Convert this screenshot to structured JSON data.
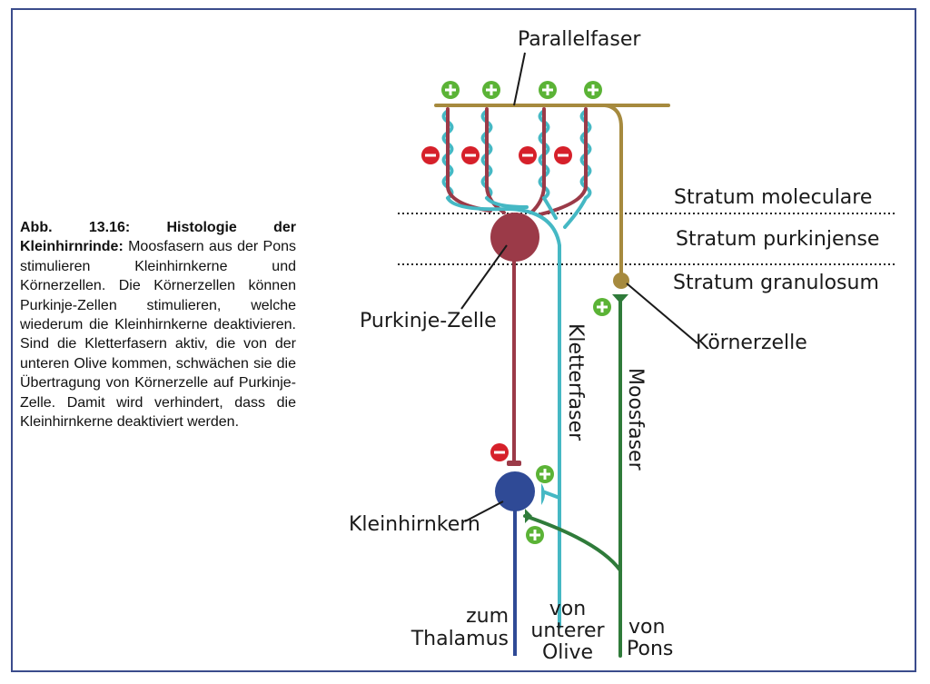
{
  "caption": {
    "heading": "Abb. 13.16: Histologie der Kleinhirnrinde:",
    "text": "Moosfasern aus der Pons stimulieren Kleinhirnkerne und Körnerzellen. Die Körnerzellen können Purkinje-Zellen stimulieren, welche wiederum die Kleinhirnkerne deaktivieren. Sind die Kletterfasern aktiv, die von der unteren Olive kommen, schwächen sie die Übertragung von Körnerzelle auf Purkinje-Zelle. Damit wird verhindert, dass die Kleinhirnkerne deaktiviert werden."
  },
  "layers": {
    "molecular": "Stratum moleculare",
    "purkinje": "Stratum purkinjense",
    "granular": "Stratum granulosum"
  },
  "labels": {
    "parallel_fiber": "Parallelfaser",
    "purkinje_cell": "Purkinje-Zelle",
    "granule_cell": "Körnerzelle",
    "climbing_fiber": "Kletterfaser",
    "mossy_fiber": "Moosfaser",
    "cerebellar_nucleus": "Kleinhirnkern",
    "to_thalamus_1": "zum",
    "to_thalamus_2": "Thalamus",
    "from_olive_1": "von",
    "from_olive_2": "unterer",
    "from_olive_3": "Olive",
    "from_pons_1": "von",
    "from_pons_2": "Pons"
  },
  "colors": {
    "purkinje": "#9b3a48",
    "climbing": "#45b8c4",
    "parallel": "#a68a3e",
    "mossy": "#2f7b3a",
    "nucleus": "#2f4a96",
    "excitatory": "#5bb336",
    "inhibitory": "#d6202a",
    "frame": "#3b4c8c"
  }
}
